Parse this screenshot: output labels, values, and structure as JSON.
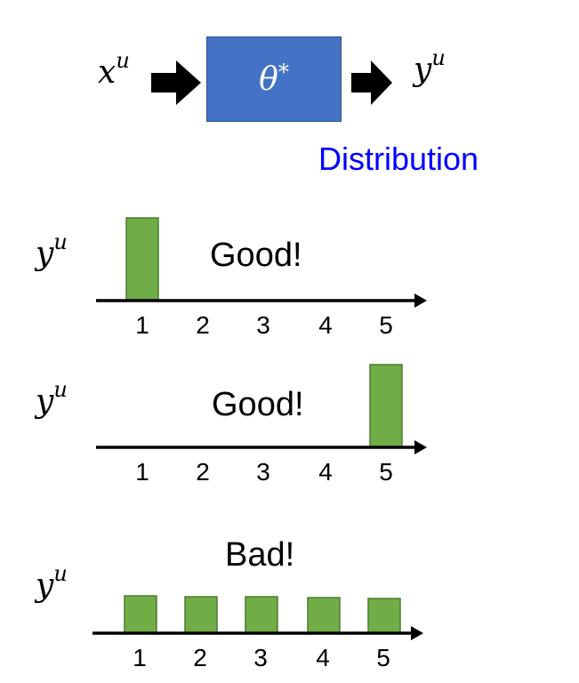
{
  "model": {
    "input_var": "x",
    "input_sup": "u",
    "param": "θ",
    "param_sup": "*",
    "output_var": "y",
    "output_sup": "u",
    "box_color": "#4472c4",
    "arrow_icon": "right-arrow-icon"
  },
  "distribution_label": "Distribution",
  "distribution_label_color": "#0000ff",
  "bar_color": "#70ad47",
  "chart_data": [
    {
      "type": "bar",
      "ylabel_var": "y",
      "ylabel_sup": "u",
      "annotation": "Good!",
      "categories": [
        "1",
        "2",
        "3",
        "4",
        "5"
      ],
      "values": [
        1.0,
        0,
        0,
        0,
        0
      ]
    },
    {
      "type": "bar",
      "ylabel_var": "y",
      "ylabel_sup": "u",
      "annotation": "Good!",
      "categories": [
        "1",
        "2",
        "3",
        "4",
        "5"
      ],
      "values": [
        0,
        0,
        0,
        0,
        1.0
      ]
    },
    {
      "type": "bar",
      "ylabel_var": "y",
      "ylabel_sup": "u",
      "annotation": "Bad!",
      "categories": [
        "1",
        "2",
        "3",
        "4",
        "5"
      ],
      "values": [
        0.2,
        0.2,
        0.2,
        0.2,
        0.2
      ]
    }
  ]
}
